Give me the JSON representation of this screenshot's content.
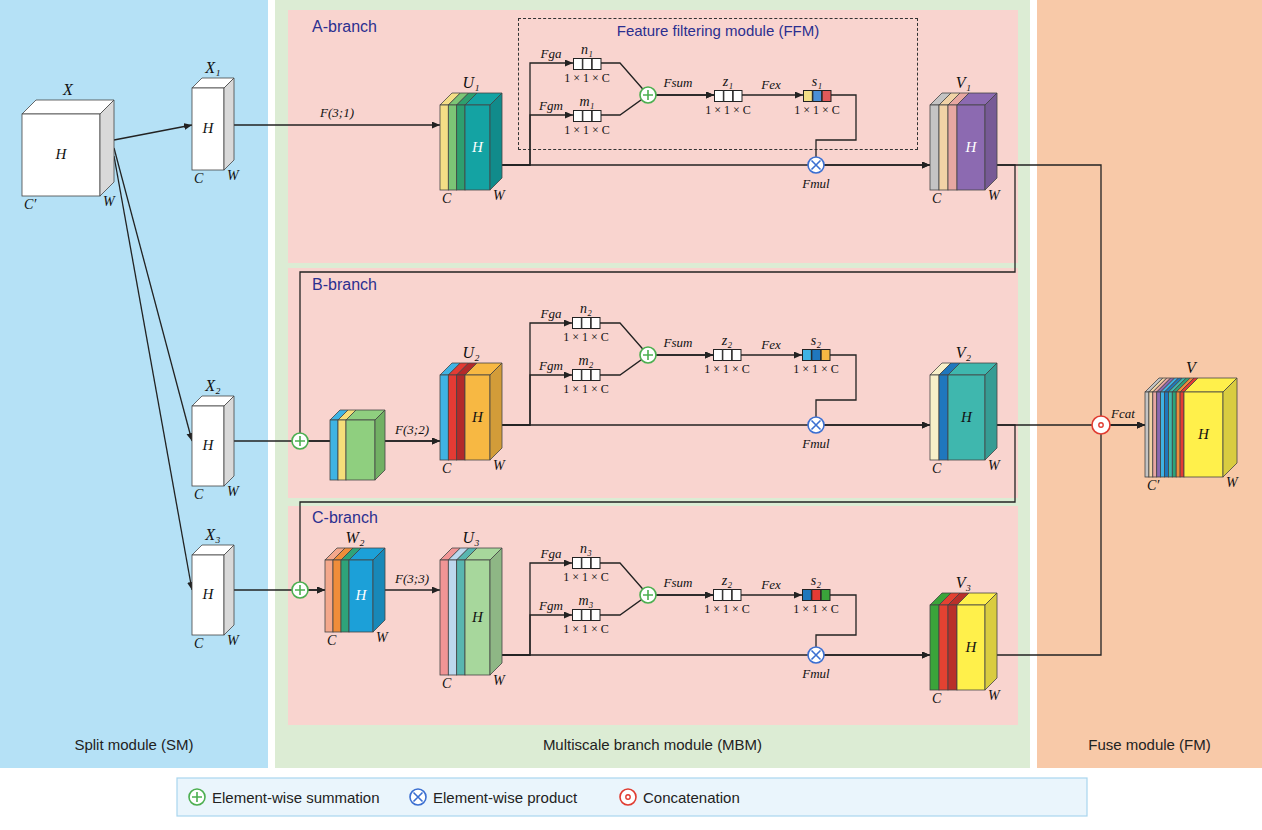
{
  "diagram": {
    "nodes": [
      {
        "text": [
          "Split module (SM)"
        ]
      },
      {
        "text": [
          "Multiscale branch module (MBM)"
        ]
      },
      {
        "text": [
          "Fuse module (FM)"
        ]
      },
      {
        "text": [
          "A-branch"
        ],
        "in": 1
      },
      {
        "text": [
          "Feature filtering module (FFM)"
        ],
        "in": 3
      },
      {
        "text": [
          "B-branch"
        ],
        "in": 1
      },
      {
        "text": [
          "C-branch"
        ],
        "in": 1
      },
      {
        "text": [
          "X",
          "H",
          "W",
          "C′"
        ],
        "in": 0
      },
      {
        "text": [
          "X₁",
          "H",
          "W",
          "C"
        ],
        "in": 0
      },
      {
        "text": [
          "X₂",
          "H",
          "W",
          "C"
        ],
        "in": 0
      },
      {
        "text": [
          "X₃",
          "H",
          "W",
          "C"
        ],
        "in": 0
      },
      {
        "text": [
          "U₁",
          "H",
          "W",
          "C"
        ],
        "in": 3
      },
      {
        "text": [
          "n₁",
          "1 × 1 × C"
        ],
        "in": 4
      },
      {
        "text": [
          "m₁",
          "1 × 1 × C"
        ],
        "in": 4
      },
      {
        "text": [
          "z₁",
          "1 × 1 × C"
        ],
        "in": 4
      },
      {
        "text": [
          "s₁",
          "1 × 1 × C"
        ],
        "in": 4
      },
      {
        "text": [
          "V₁",
          "H",
          "W",
          "C"
        ],
        "in": 3
      },
      {
        "text": [
          "U₂",
          "H",
          "W",
          "C"
        ],
        "in": 5
      },
      {
        "text": [
          "n₂",
          "1 × 1 × C"
        ],
        "in": 5
      },
      {
        "text": [
          "m₂",
          "1 × 1 × C"
        ],
        "in": 5
      },
      {
        "text": [
          "z₂",
          "1 × 1 × C"
        ],
        "in": 5
      },
      {
        "text": [
          "s₂",
          "1 × 1 × C"
        ],
        "in": 5
      },
      {
        "text": [
          "V₂",
          "H",
          "W",
          "C"
        ],
        "in": 5
      },
      {
        "text": [
          "W₂",
          "H",
          "W",
          "C"
        ],
        "in": 6
      },
      {
        "text": [
          "U₃",
          "H",
          "W",
          "C"
        ],
        "in": 6
      },
      {
        "text": [
          "n₃",
          "1 × 1 × C"
        ],
        "in": 6
      },
      {
        "text": [
          "m₃",
          "1 × 1 × C"
        ],
        "in": 6
      },
      {
        "text": [
          "z₂",
          "1 × 1 × C"
        ],
        "in": 6
      },
      {
        "text": [
          "s₂",
          "1 × 1 × C"
        ],
        "in": 6
      },
      {
        "text": [
          "V₃",
          "H",
          "W",
          "C"
        ],
        "in": 6
      },
      {
        "text": [
          "V",
          "H",
          "W",
          "C′"
        ],
        "in": 2
      }
    ],
    "edges": [
      {
        "from": 7,
        "to": 8,
        "arrow": "to"
      },
      {
        "from": 7,
        "to": 9,
        "arrow": "to"
      },
      {
        "from": 7,
        "to": 10,
        "arrow": "to"
      },
      {
        "from": 8,
        "to": 11,
        "label": "F(3;1)",
        "arrow": "to"
      },
      {
        "from": 11,
        "to": 12,
        "label": "Fga",
        "arrow": "to"
      },
      {
        "from": 11,
        "to": 13,
        "label": "Fgm",
        "arrow": "to"
      },
      {
        "from": 12,
        "to": 14,
        "label": "Fsum",
        "arrow": "to"
      },
      {
        "from": 13,
        "to": 14,
        "arrow": "to"
      },
      {
        "from": 14,
        "to": 15,
        "label": "Fex",
        "arrow": "to"
      },
      {
        "from": 15,
        "to": 16,
        "arrow": "to"
      },
      {
        "from": 11,
        "to": 16,
        "label": "Fmul",
        "arrow": "to"
      },
      {
        "from": 16,
        "to": 30,
        "arrow": "to"
      },
      {
        "from": 16,
        "to": 17,
        "arrow": "to"
      },
      {
        "from": 9,
        "to": 17,
        "label": "F(3;2)",
        "arrow": "to"
      },
      {
        "from": 17,
        "to": 18,
        "label": "Fga",
        "arrow": "to"
      },
      {
        "from": 17,
        "to": 19,
        "label": "Fgm",
        "arrow": "to"
      },
      {
        "from": 18,
        "to": 20,
        "label": "Fsum",
        "arrow": "to"
      },
      {
        "from": 19,
        "to": 20,
        "arrow": "to"
      },
      {
        "from": 20,
        "to": 21,
        "label": "Fex",
        "arrow": "to"
      },
      {
        "from": 21,
        "to": 22,
        "arrow": "to"
      },
      {
        "from": 17,
        "to": 22,
        "label": "Fmul",
        "arrow": "to"
      },
      {
        "from": 22,
        "to": 30,
        "label": "Fcat",
        "arrow": "to"
      },
      {
        "from": 22,
        "to": 23,
        "arrow": "to"
      },
      {
        "from": 10,
        "to": 23,
        "arrow": "to"
      },
      {
        "from": 23,
        "to": 24,
        "label": "F(3;3)",
        "arrow": "to"
      },
      {
        "from": 24,
        "to": 25,
        "label": "Fga",
        "arrow": "to"
      },
      {
        "from": 24,
        "to": 26,
        "label": "Fgm",
        "arrow": "to"
      },
      {
        "from": 25,
        "to": 27,
        "label": "Fsum",
        "arrow": "to"
      },
      {
        "from": 26,
        "to": 27,
        "arrow": "to"
      },
      {
        "from": 27,
        "to": 28,
        "label": "Fex",
        "arrow": "to"
      },
      {
        "from": 28,
        "to": 29,
        "arrow": "to"
      },
      {
        "from": 24,
        "to": 29,
        "label": "Fmul",
        "arrow": "to"
      },
      {
        "from": 29,
        "to": 30,
        "arrow": "to"
      }
    ],
    "legend": [
      {
        "text": "Element-wise summation"
      },
      {
        "text": "Element-wise product"
      },
      {
        "text": "Concatenation"
      }
    ]
  }
}
